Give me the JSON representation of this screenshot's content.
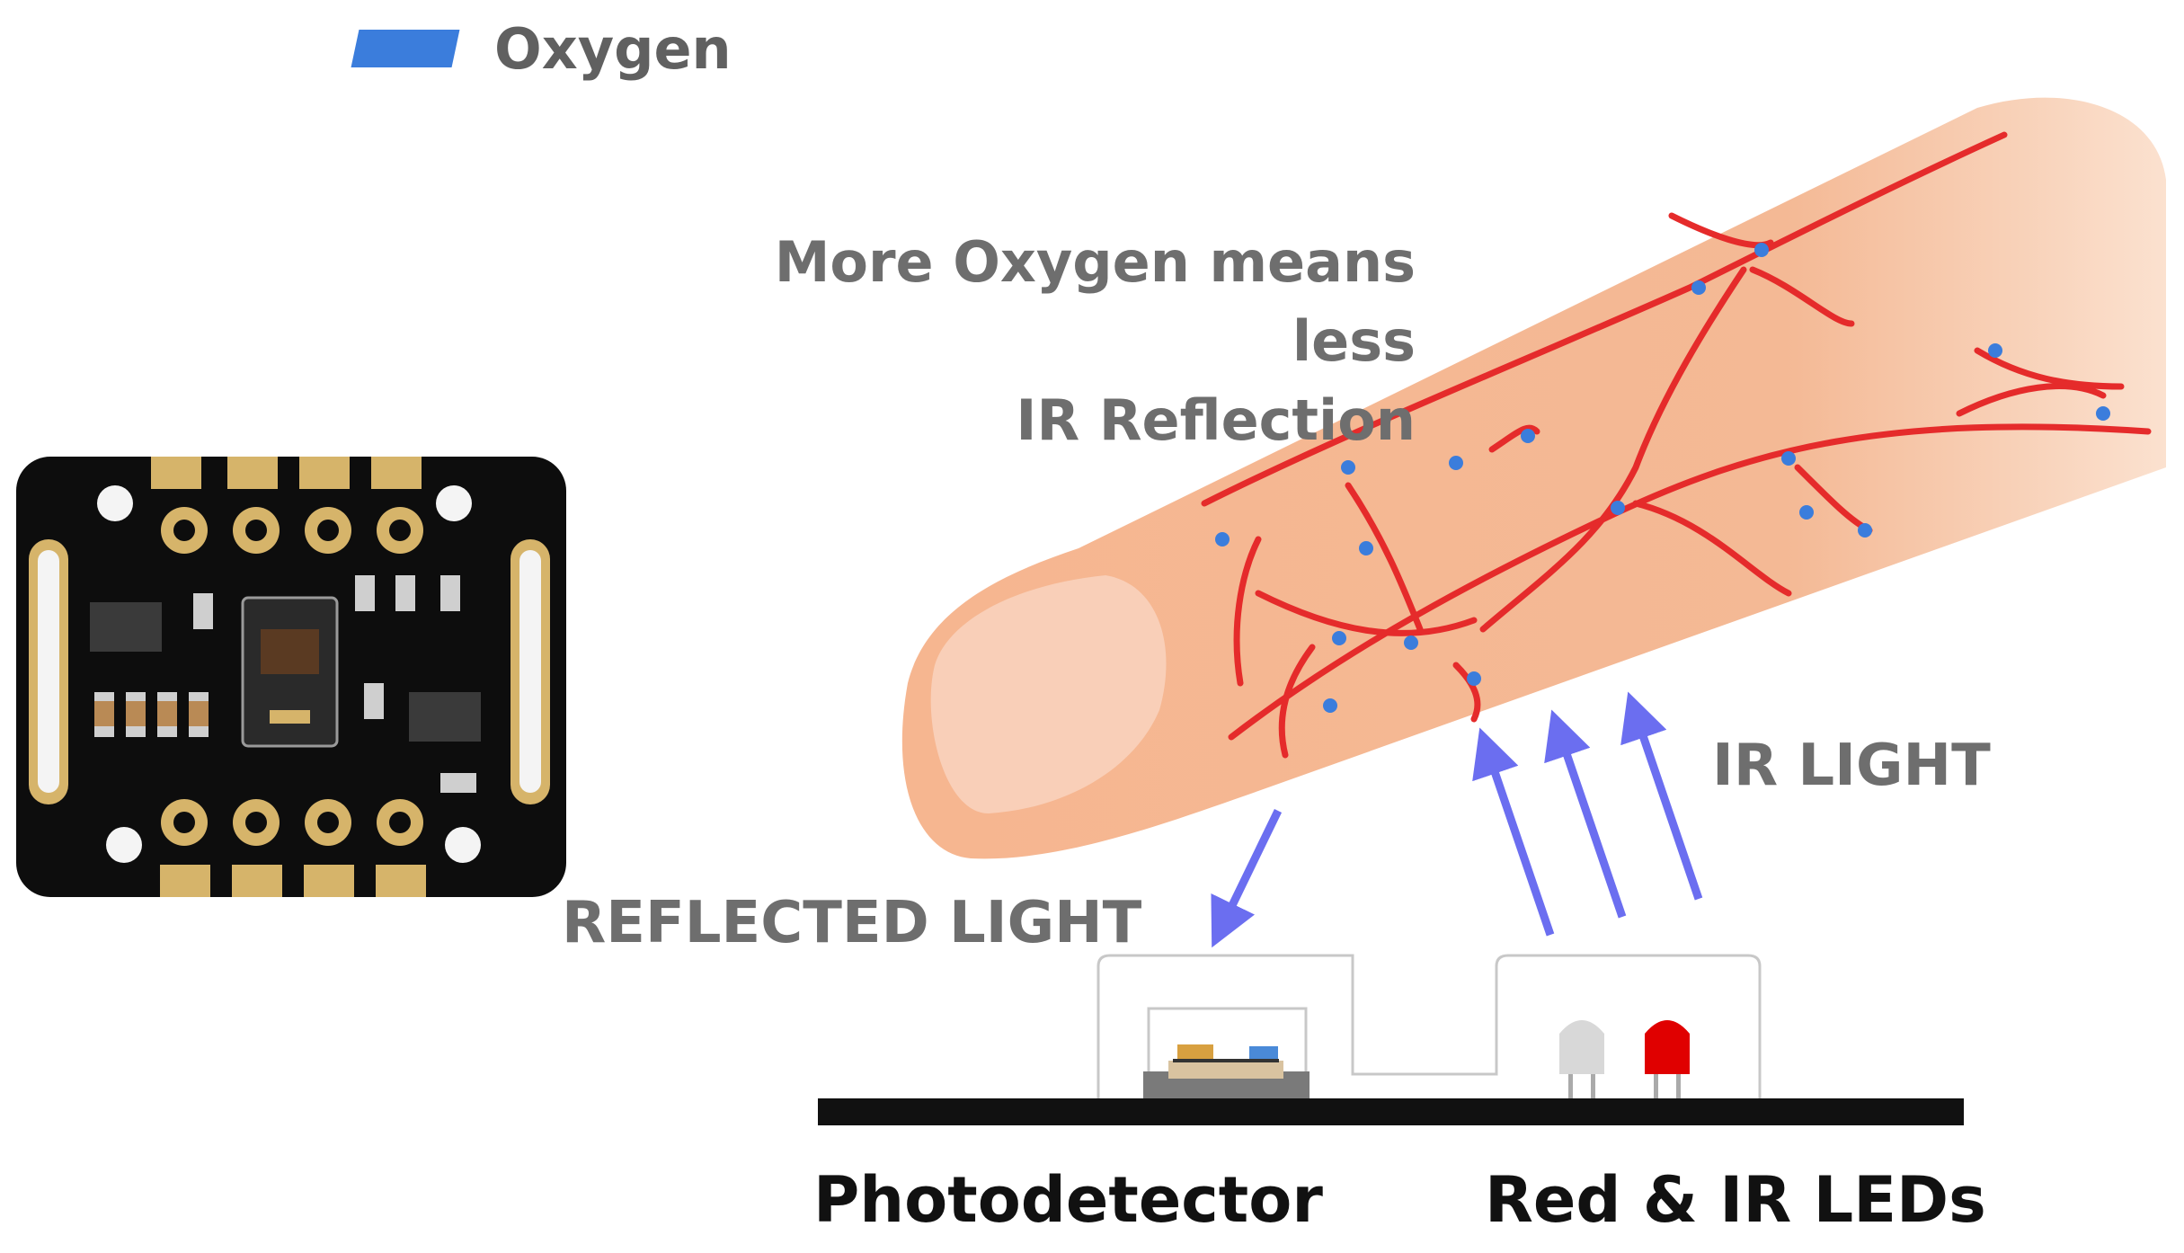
{
  "legend": {
    "label": "Oxygen",
    "color": "#3b7ddc"
  },
  "caption": {
    "line1": "More Oxygen means less",
    "line2": "IR Reflection"
  },
  "labels": {
    "ir_light": "IR LIGHT",
    "reflected_light": "REFLECTED LIGHT",
    "photodetector": "Photodetector",
    "leds": "Red & IR LEDs"
  },
  "colors": {
    "skin": "#f5b28e",
    "vein": "#e52b2b",
    "arrow": "#6b6ef0",
    "board": "#111111",
    "pcb": "#0d0d0d",
    "gold": "#d6b46a"
  }
}
